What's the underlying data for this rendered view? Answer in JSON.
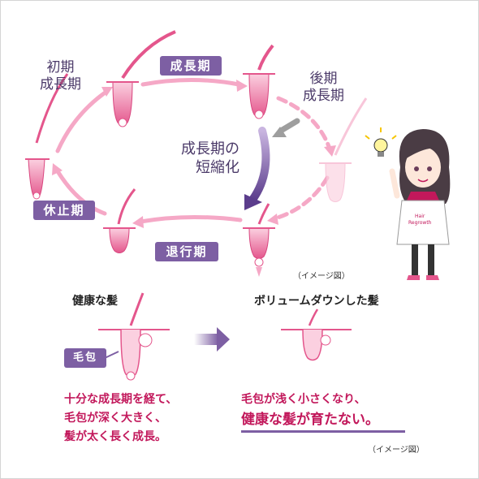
{
  "cycle": {
    "stages": {
      "early_anagen": "初期\n成長期",
      "anagen": "成長期",
      "late_anagen": "後期\n成長期",
      "catagen": "退行期",
      "telogen": "休止期"
    },
    "shortening_label": "成長期の\n短縮化",
    "note": "（イメージ図）"
  },
  "comparison": {
    "healthy_title": "健康な髪",
    "volume_down_title": "ボリュームダウンした髪",
    "follicle_label": "毛包",
    "healthy_caption": [
      "十分な成長期を経て、",
      "毛包が深く大きく、",
      "髪が太く長く成長。"
    ],
    "volume_down_caption": "毛包が浅く小さくなり、",
    "volume_down_emphasis": "健康な髪が育たない。",
    "note": "（イメージ図）"
  },
  "character": {
    "apron_text": [
      "Hair",
      "Regrowth"
    ]
  },
  "colors": {
    "pink": "#e4568c",
    "pink_light": "#f5a8c6",
    "purple": "#7d5fa3",
    "magenta_text": "#c2185b"
  }
}
